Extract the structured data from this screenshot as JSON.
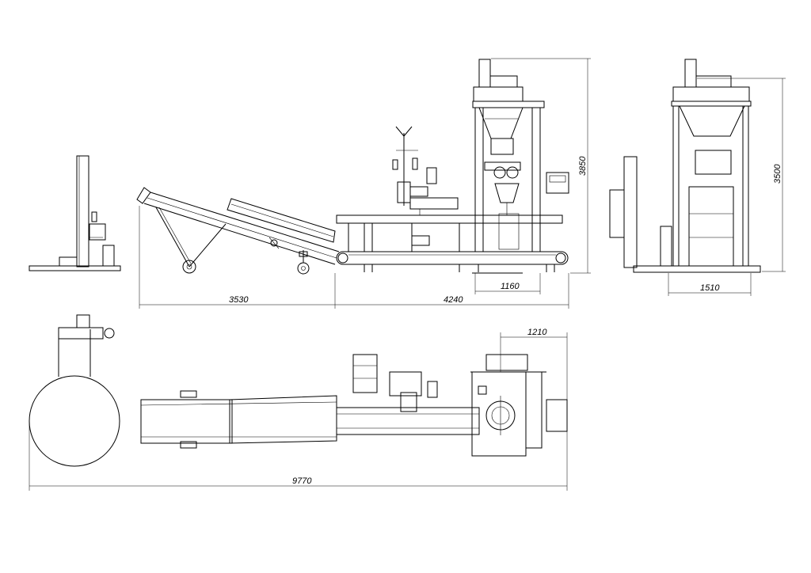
{
  "dimensions": {
    "side_height": "3850",
    "end_height": "3500",
    "conveyor_length": "3530",
    "machine_length": "4240",
    "scale_offset": "1160",
    "end_width": "1510",
    "plan_offset": "1210",
    "total_length": "9770"
  }
}
